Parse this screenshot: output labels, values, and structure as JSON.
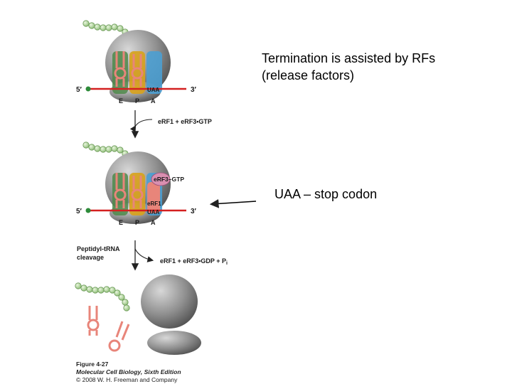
{
  "slide": {
    "title_line1": "Termination is assisted by RFs",
    "title_line2": "(release factors)",
    "stop_codon_note": "UAA – stop codon"
  },
  "figure": {
    "codon": "UAA",
    "end_5": "5′",
    "end_3": "3′",
    "site_e": "E",
    "site_p": "P",
    "site_a": "A",
    "step1_reagents": "eRF1 + eRF3•GTP",
    "erf3_gtp_label": "eRF3–GTP",
    "erf1_label": "eRF1",
    "step2_label_line1": "Peptidyl-tRNA",
    "step2_label_line2": "cleavage",
    "step2_products": "eRF1 + eRF3•GDP + P",
    "step2_products_sub": "i"
  },
  "caption": {
    "figure_number": "Figure 4-27",
    "book": "Molecular Cell Biology, Sixth Edition",
    "copyright": "© 2008 W. H. Freeman and Company"
  },
  "colors": {
    "ribosome": "#8c8c8c",
    "mrna": "#d42020",
    "peptide": "#b7dca0",
    "trna": "#e8857a",
    "site_e": "#4d8a4a",
    "site_p": "#d8a21b",
    "site_a": "#4b9fd2",
    "erf3": "#d98fb0"
  }
}
